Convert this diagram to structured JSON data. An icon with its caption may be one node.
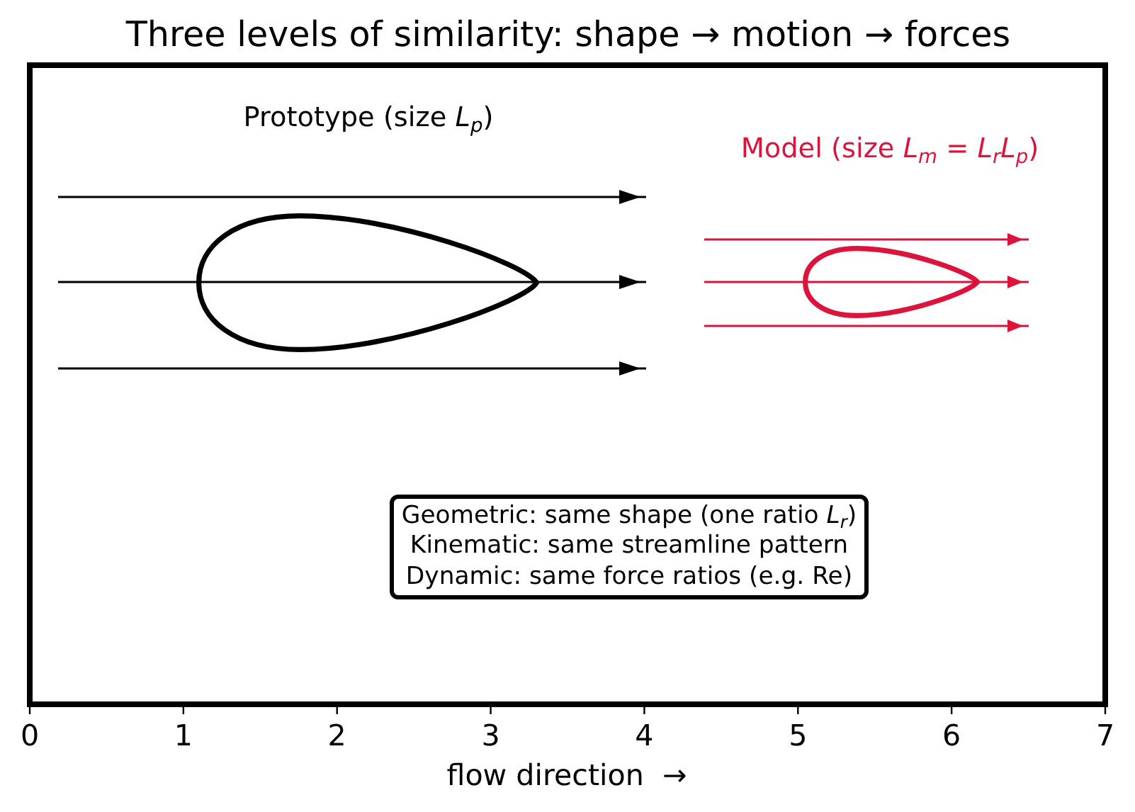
{
  "diagram": {
    "title": "Three levels of similarity: shape → motion → forces",
    "nodes": [
      {
        "text": [],
        "shape": "teardrop"
      },
      {
        "text": [],
        "shape": "teardrop"
      },
      {
        "text": [
          "Geometric: same shape (one ratio *L*$_{r}$)",
          "Kinematic: same streamline pattern",
          "Dynamic: same force ratios (e.g. Re)"
        ]
      }
    ],
    "labels": [
      "Prototype (size *L*$_{p}$)",
      "Model (size *L*$_{m}$ = *L*$_{r}$*L*$_{p}$)",
      "0",
      "1",
      "2",
      "3",
      "4",
      "5",
      "6",
      "7",
      "flow direction  →"
    ]
  }
}
